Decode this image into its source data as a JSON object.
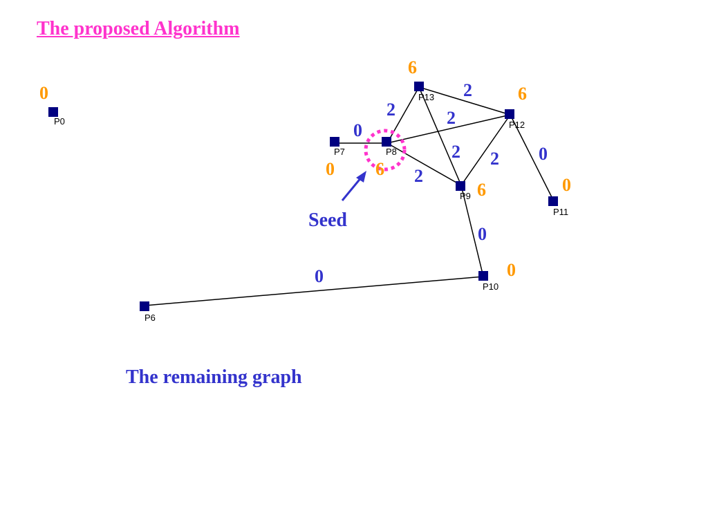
{
  "title": "The proposed Algorithm",
  "caption": "The remaining graph",
  "seed_label": "Seed",
  "colors": {
    "title": "#ff33cc",
    "edge_weight": "#3333cc",
    "node_degree": "#ff9900",
    "seed_circle": "#ff33cc",
    "node_fill": "#000080"
  },
  "nodes": {
    "P0": {
      "label": "P0",
      "degree": "0"
    },
    "P6": {
      "label": "P6"
    },
    "P7": {
      "label": "P7",
      "degree": "0"
    },
    "P8": {
      "label": "P8",
      "degree": "6"
    },
    "P9": {
      "label": "P9",
      "degree": "6"
    },
    "P10": {
      "label": "P10",
      "degree": "0"
    },
    "P11": {
      "label": "P11",
      "degree": "0"
    },
    "P12": {
      "label": "P12",
      "degree": "6"
    },
    "P13": {
      "label": "P13",
      "degree": "6"
    }
  },
  "edges": {
    "P7-P8": "0",
    "P8-P13": "2",
    "P13-P12": "2",
    "P8-P12": "2",
    "P13-P9": "2",
    "P8-P9": "2",
    "P9-P12": "2",
    "P12-P11": "0",
    "P9-P10": "0",
    "P10-P6": "0"
  }
}
